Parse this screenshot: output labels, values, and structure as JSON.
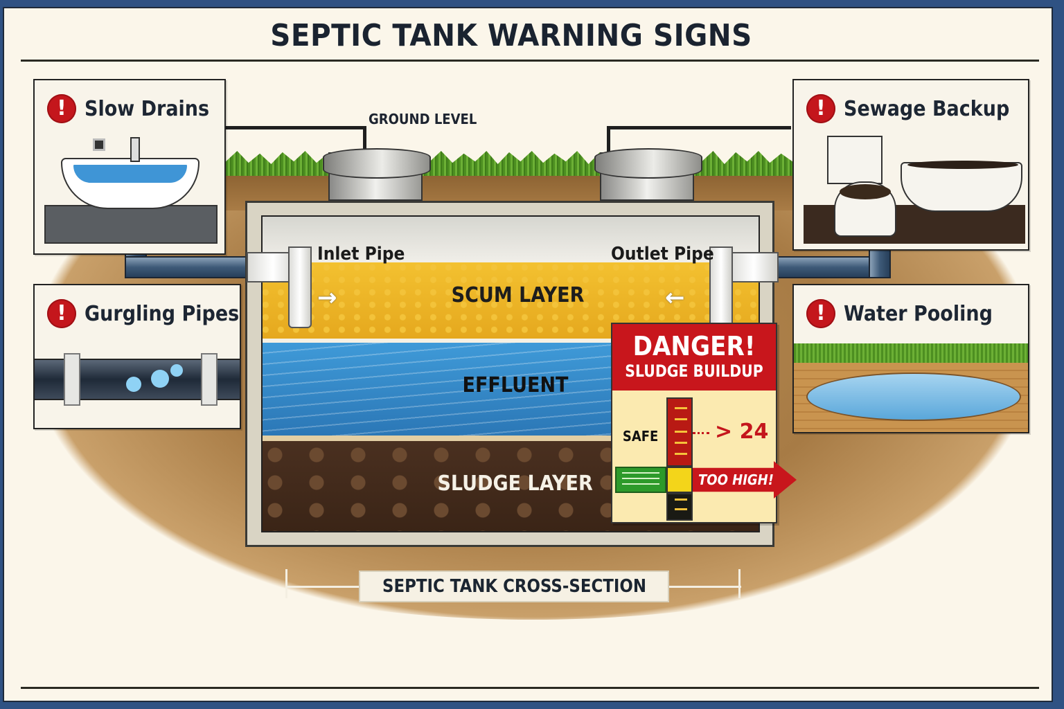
{
  "title": "SEPTIC TANK WARNING SIGNS",
  "colors": {
    "frame_border": "#2f5283",
    "background": "#fbf6ea",
    "warning_red": "#c4161c",
    "scum_yellow": "#f3c130",
    "effluent_blue": "#3f9ad8",
    "sludge_brown": "#3a2416",
    "grass_green": "#4d8f21",
    "danger_sign_bg": "#fbeab0"
  },
  "diagram": {
    "ground_label": "GROUND LEVEL",
    "inlet_label": "Inlet Pipe",
    "outlet_label": "Outlet Pipe",
    "layers": [
      {
        "name": "SCUM LAYER",
        "icon": "arrow-right-inlet / arrow-left-outlet"
      },
      {
        "name": "EFFLUENT"
      },
      {
        "name": "SLUDGE LAYER"
      }
    ],
    "caption": "SEPTIC TANK CROSS-SECTION",
    "inlet_arrow": "→",
    "outlet_arrow": "←"
  },
  "warnings": [
    {
      "title": "Slow Drains",
      "icon": "sink-icon",
      "badge": "!"
    },
    {
      "title": "Gurgling Pipes",
      "icon": "pipe-bubbles-icon",
      "badge": "!"
    },
    {
      "title": "Sewage Backup",
      "icon": "toilet-bathtub-icon",
      "badge": "!"
    },
    {
      "title": "Water Pooling",
      "icon": "yard-puddle-icon",
      "badge": "!"
    }
  ],
  "danger_sign": {
    "title": "DANGER!",
    "subtitle": "SLUDGE BUILDUP",
    "safe_label": "SAFE",
    "value": "> 24",
    "alert": "TOO HIGH!"
  }
}
